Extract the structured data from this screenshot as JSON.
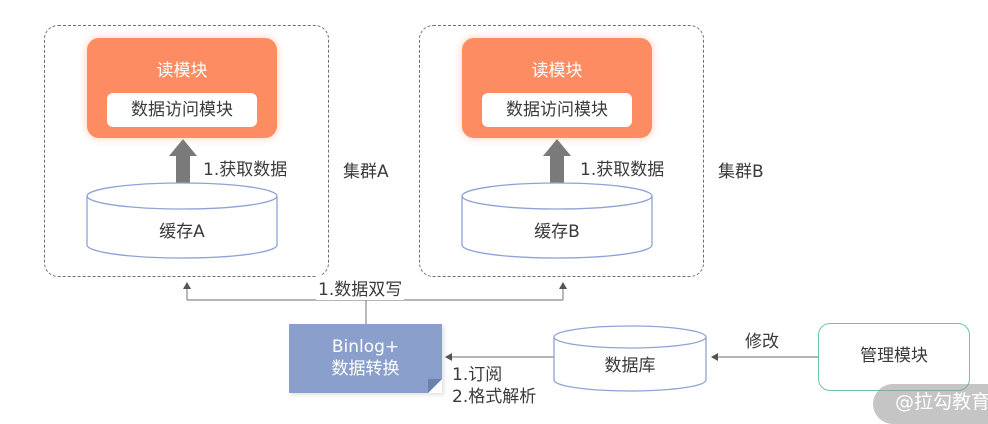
{
  "cluster_a": {
    "label": "集群A",
    "read_module": {
      "title": "读模块",
      "inner": "数据访问模块"
    },
    "fetch_label": "1.获取数据",
    "cache": "缓存A"
  },
  "cluster_b": {
    "label": "集群B",
    "read_module": {
      "title": "读模块",
      "inner": "数据访问模块"
    },
    "fetch_label": "1.获取数据",
    "cache": "缓存B"
  },
  "dual_write_label": "1.数据双写",
  "binlog": {
    "line1": "Binlog+",
    "line2": "数据转换"
  },
  "subscribe_labels": {
    "line1": "1.订阅",
    "line2": "2.格式解析"
  },
  "database": "数据库",
  "modify_label": "修改",
  "management_module": "管理模块",
  "watermark": "@拉勾教育",
  "colors": {
    "read_module": "#fd8c62",
    "binlog": "#8a9fcb",
    "cylinder_stroke": "#8ea3d6",
    "management_border": "#6cc79c",
    "arrow": "#7a7a7a"
  }
}
